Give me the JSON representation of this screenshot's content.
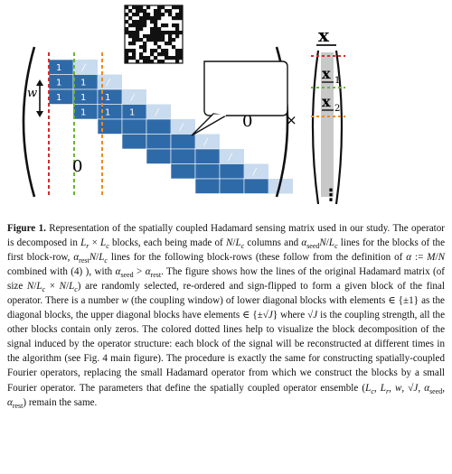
{
  "figure": {
    "w_label": "w",
    "block_one": "1",
    "block_slash": "/",
    "zero_upper": "0",
    "zero_lower": "0",
    "x_vector_label": "x",
    "x1_label": "x",
    "x1_sub": "1",
    "x2_label": "x",
    "x2_sub": "2",
    "times": "×",
    "vdots": "⋮",
    "colors": {
      "dark_block": "#2f6aa8",
      "light_block": "#c9dbee",
      "red_line": "#d62b2b",
      "green_line": "#6ab533",
      "orange_line": "#ee8a1e",
      "vector_gray": "#c8c8c8"
    }
  },
  "caption": {
    "label": "Figure 1.",
    "text": "Representation of the spatially coupled Hadamard sensing matrix used in our study. The operator is decomposed in L_r × L_c blocks, each being made of N/L_c columns and α_seed N/L_c lines for the blocks of the first block-row, α_rest N/L_c lines for the following block-rows (these follow from the definition of α := M/N combined with (4) ), with α_seed > α_rest. The figure shows how the lines of the original Hadamard matrix (of size N/L_c × N/L_c) are randomly selected, re-ordered and sign-flipped to form a given block of the final operator. There is a number w (the coupling window) of lower diagonal blocks with elements ∈ {±1} as the diagonal blocks, the upper diagonal blocks have elements ∈ {±√J} where √J is the coupling strength, all the other blocks contain only zeros. The colored dotted lines help to visualize the block decomposition of the signal induced by the operator structure: each block of the signal will be reconstructed at different times in the algorithm (see Fig. 4 main figure). The procedure is exactly the same for constructing spatially-coupled Fourier operators, replacing the small Hadamard operator from which we construct the blocks by a small Fourier operator. The parameters that define the spatially coupled operator ensemble (L_c, L_r, w, √J, α_seed, α_rest) remain the same."
  }
}
